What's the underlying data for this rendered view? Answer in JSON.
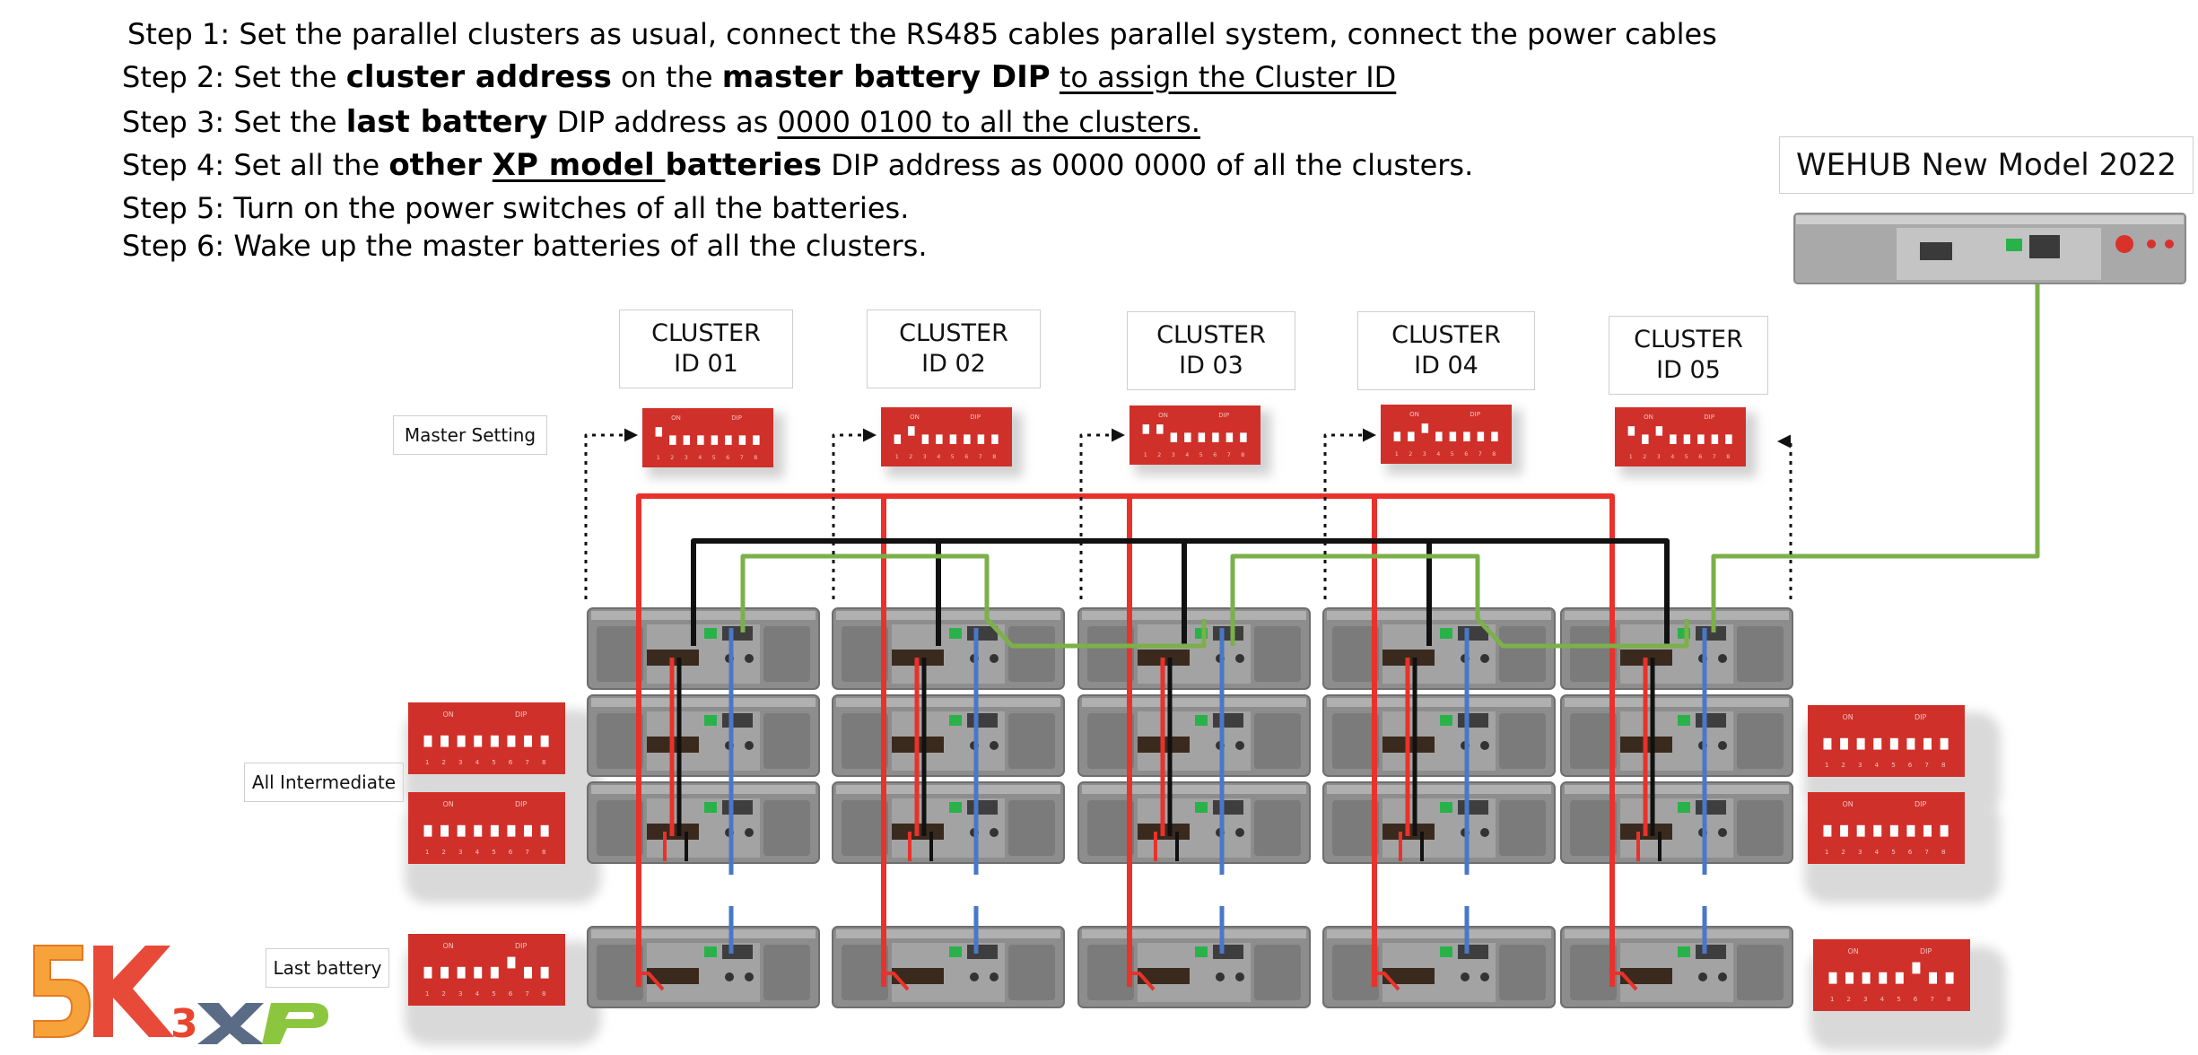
{
  "steps": [
    {
      "segments": [
        {
          "t": "Step 1: Set the parallel clusters as usual, connect the RS485 cables parallel system, connect the power cables"
        }
      ]
    },
    {
      "segments": [
        {
          "t": "Step 2: Set the "
        },
        {
          "t": "cluster address",
          "b": true
        },
        {
          "t": " on the "
        },
        {
          "t": "master battery DIP",
          "b": true
        },
        {
          "t": " "
        },
        {
          "t": "to assign the Cluster ID",
          "u": true
        }
      ]
    },
    {
      "segments": [
        {
          "t": "Step 3: Set the "
        },
        {
          "t": "last battery",
          "b": true
        },
        {
          "t": " DIP address as "
        },
        {
          "t": "0000 0100 to all the clusters.",
          "u": true
        }
      ]
    },
    {
      "segments": [
        {
          "t": "Step 4: Set all the "
        },
        {
          "t": "other ",
          "b": true
        },
        {
          "t": "XP model ",
          "b": true,
          "u": true
        },
        {
          "t": "batteries",
          "b": true
        },
        {
          "t": " DIP address as 0000 0000 of all the clusters."
        }
      ]
    },
    {
      "segments": [
        {
          "t": "Step 5: Turn on the power switches of all the batteries."
        }
      ]
    },
    {
      "segments": [
        {
          "t": "Step 6: Wake up the master batteries of all the clusters."
        }
      ]
    }
  ],
  "hub": {
    "title": "WEHUB New Model 2022"
  },
  "clusters": [
    {
      "line1": "CLUSTER",
      "line2": "ID 01",
      "dip_on": [
        1
      ]
    },
    {
      "line1": "CLUSTER",
      "line2": "ID 02",
      "dip_on": [
        2
      ]
    },
    {
      "line1": "CLUSTER",
      "line2": "ID 03",
      "dip_on": [
        1,
        2
      ]
    },
    {
      "line1": "CLUSTER",
      "line2": "ID 04",
      "dip_on": [
        3
      ]
    },
    {
      "line1": "CLUSTER",
      "line2": "ID 05",
      "dip_on": [
        1,
        3
      ]
    }
  ],
  "side_labels": {
    "master": "Master Setting",
    "intermediate": "All Intermediate",
    "last": "Last battery"
  },
  "dip_switch": {
    "on_label": "ON",
    "dip_label": "DIP",
    "numbers": [
      "1",
      "2",
      "3",
      "4",
      "5",
      "6",
      "7",
      "8"
    ],
    "intermediate_on": [],
    "last_on": [
      6
    ]
  },
  "logo": {
    "text": "5K3XP"
  },
  "colors": {
    "dip_red": "#d0302a",
    "power_red": "#e8322b",
    "black_cable": "#111111",
    "comm_green": "#7bb04a",
    "comm_blue": "#4a78c8",
    "battery_gray": "#8d8d8d"
  }
}
